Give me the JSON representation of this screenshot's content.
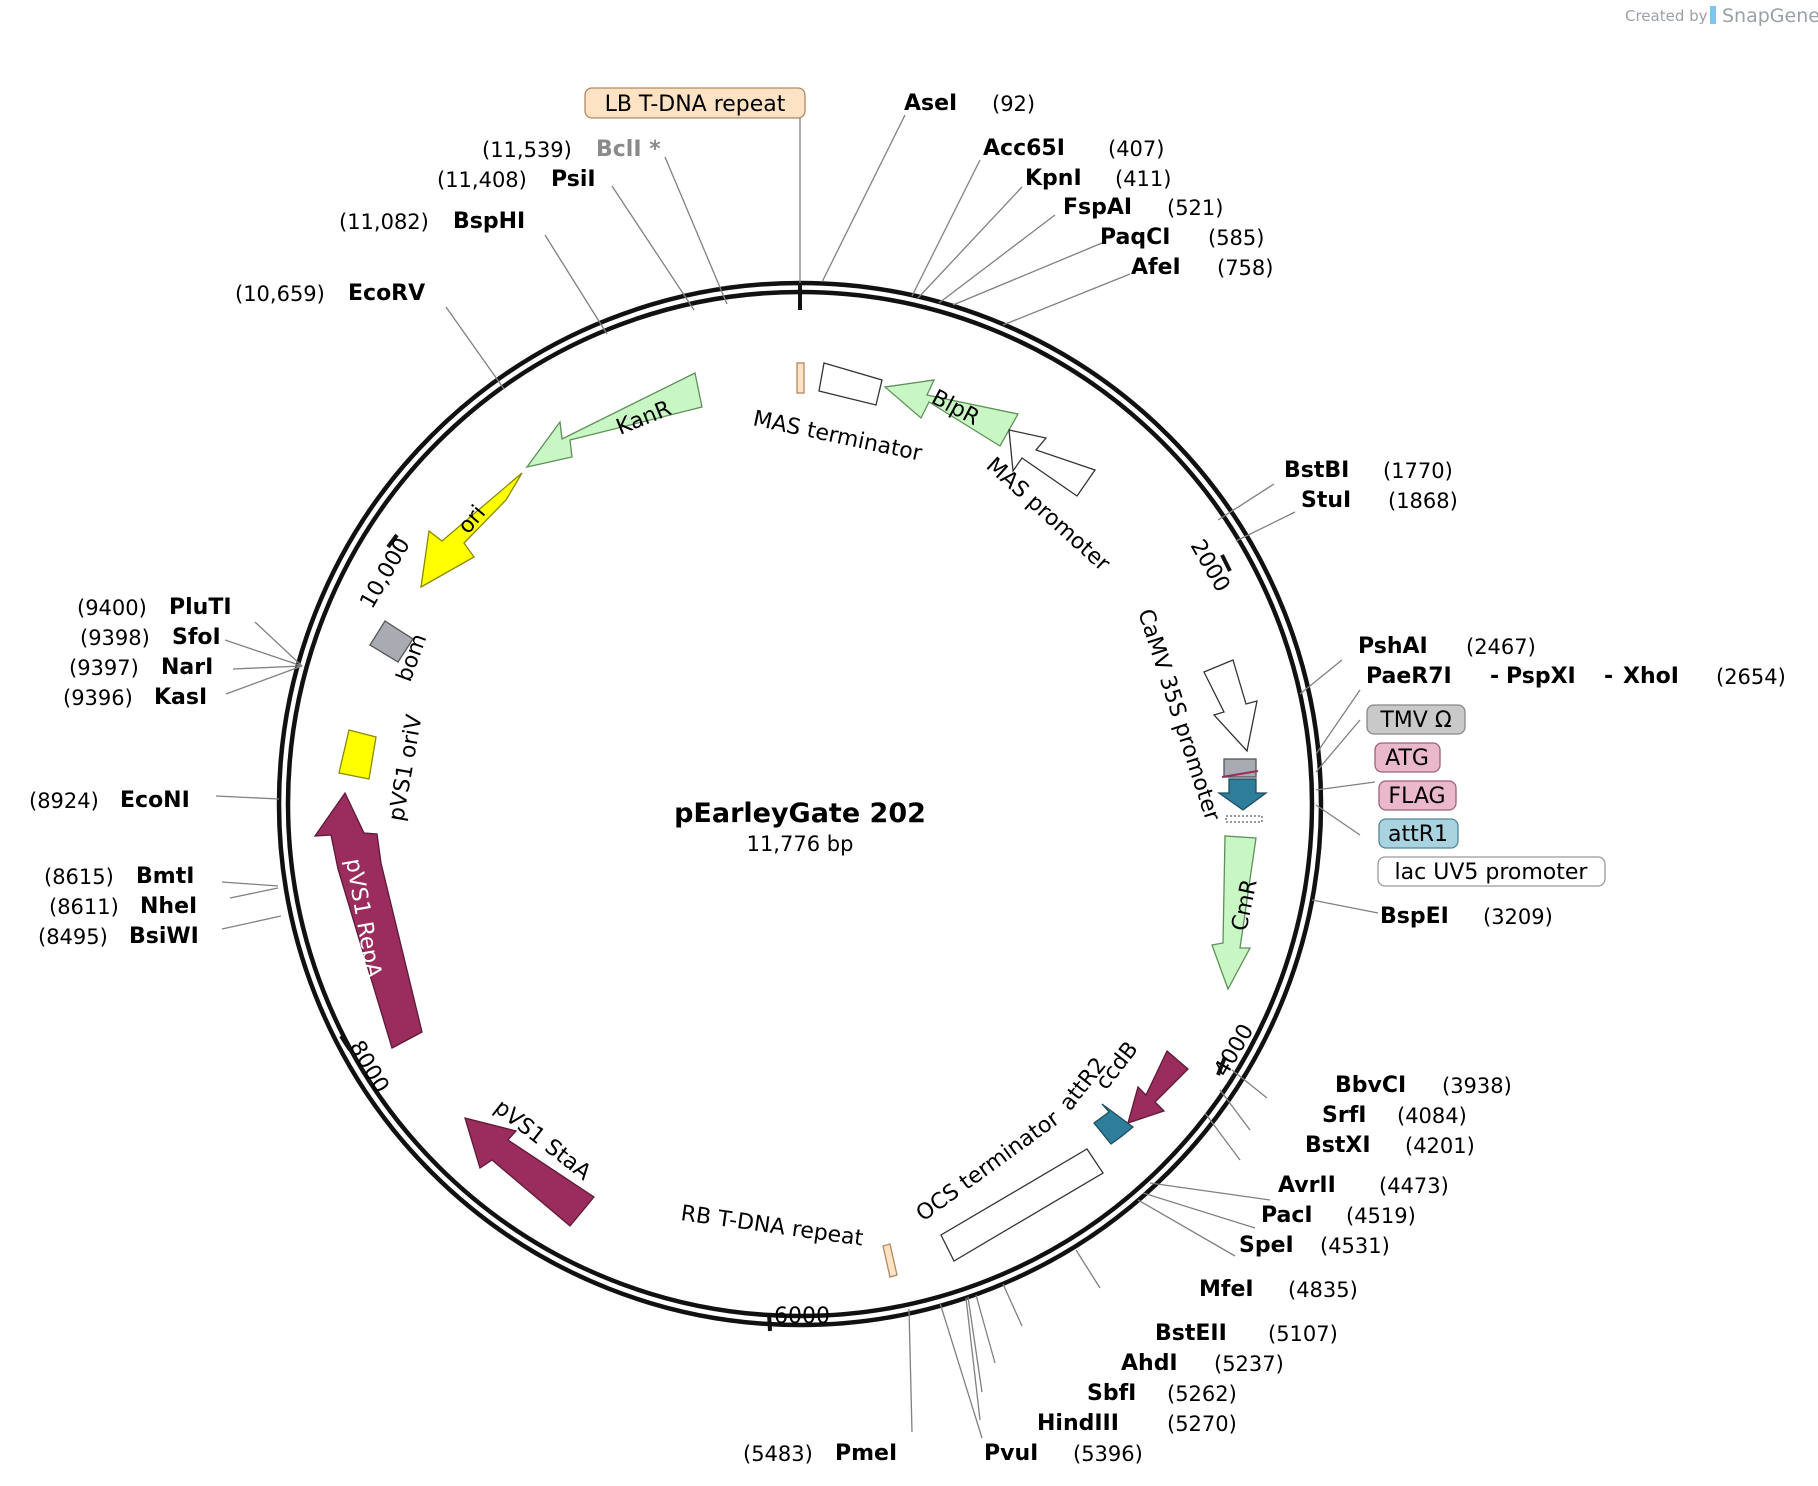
{
  "title": "pEarleyGate 202",
  "length_label": "11,776 bp",
  "watermark": {
    "created_by": "Created by",
    "brand": "SnapGene"
  },
  "ticks": [
    {
      "label": "2000"
    },
    {
      "label": "4000"
    },
    {
      "label": "6000"
    },
    {
      "label": "8000"
    },
    {
      "label": "10,000"
    }
  ],
  "sites": [
    {
      "name": "AseI",
      "pos": "(92)"
    },
    {
      "name": "Acc65I",
      "pos": "(407)"
    },
    {
      "name": "KpnI",
      "pos": "(411)"
    },
    {
      "name": "FspAI",
      "pos": "(521)"
    },
    {
      "name": "PaqCI",
      "pos": "(585)"
    },
    {
      "name": "AfeI",
      "pos": "(758)"
    },
    {
      "name": "BstBI",
      "pos": "(1770)"
    },
    {
      "name": "StuI",
      "pos": "(1868)"
    },
    {
      "name": "PshAI",
      "pos": "(2467)"
    },
    {
      "name": "PaeR7I",
      "pos": "(2654)",
      "extra": [
        "PspXI",
        "XhoI"
      ]
    },
    {
      "name": "BspEI",
      "pos": "(3209)"
    },
    {
      "name": "BbvCI",
      "pos": "(3938)"
    },
    {
      "name": "SrfI",
      "pos": "(4084)"
    },
    {
      "name": "BstXI",
      "pos": "(4201)"
    },
    {
      "name": "AvrII",
      "pos": "(4473)"
    },
    {
      "name": "PacI",
      "pos": "(4519)"
    },
    {
      "name": "SpeI",
      "pos": "(4531)"
    },
    {
      "name": "MfeI",
      "pos": "(4835)"
    },
    {
      "name": "BstEII",
      "pos": "(5107)"
    },
    {
      "name": "AhdI",
      "pos": "(5237)"
    },
    {
      "name": "SbfI",
      "pos": "(5262)"
    },
    {
      "name": "HindIII",
      "pos": "(5270)"
    },
    {
      "name": "PvuI",
      "pos": "(5396)"
    },
    {
      "name": "PmeI",
      "pos": "(5483)"
    },
    {
      "name": "BsiWI",
      "pos": "(8495)"
    },
    {
      "name": "NheI",
      "pos": "(8611)"
    },
    {
      "name": "BmtI",
      "pos": "(8615)"
    },
    {
      "name": "EcoNI",
      "pos": "(8924)"
    },
    {
      "name": "KasI",
      "pos": "(9396)"
    },
    {
      "name": "NarI",
      "pos": "(9397)"
    },
    {
      "name": "SfoI",
      "pos": "(9398)"
    },
    {
      "name": "PluTI",
      "pos": "(9400)"
    },
    {
      "name": "EcoRV",
      "pos": "(10,659)"
    },
    {
      "name": "BspHI",
      "pos": "(11,082)"
    },
    {
      "name": "PsiI",
      "pos": "(11,408)"
    },
    {
      "name": "BclI *",
      "pos": "(11,539)",
      "color": "#8a8a8a"
    }
  ],
  "boxed_labels": [
    {
      "text": "LB T-DNA repeat",
      "fill": "#fde2c4",
      "stroke": "#b08a60"
    },
    {
      "text": "TMV Ω",
      "fill": "#c9c9c9",
      "stroke": "#888888"
    },
    {
      "text": "ATG",
      "fill": "#e9b8cb",
      "stroke": "#a0607a"
    },
    {
      "text": "FLAG",
      "fill": "#e9b8cb",
      "stroke": "#a0607a"
    },
    {
      "text": "attR1",
      "fill": "#a9d3df",
      "stroke": "#4f8798"
    },
    {
      "text": "lac UV5 promoter",
      "fill": "#ffffff",
      "stroke": "#999999"
    }
  ],
  "features": [
    {
      "name": "KanR",
      "color": "#c9f7c3"
    },
    {
      "name": "ori",
      "color": "#ffff00"
    },
    {
      "name": "bom",
      "color": "#a8acb2"
    },
    {
      "name": "pVS1 oriV",
      "color": "#ffff00"
    },
    {
      "name": "pVS1 RepA",
      "color": "#9a2c5e"
    },
    {
      "name": "pVS1 StaA",
      "color": "#9a2c5e"
    },
    {
      "name": "BlpR",
      "color": "#c9f7c3"
    },
    {
      "name": "MAS terminator",
      "color": "#ffffff"
    },
    {
      "name": "MAS promoter",
      "color": "#ffffff"
    },
    {
      "name": "CaMV 35S promoter",
      "color": "#ffffff"
    },
    {
      "name": "CmR",
      "color": "#c9f7c3"
    },
    {
      "name": "ccdB",
      "color": "#9a2c5e"
    },
    {
      "name": "attR2",
      "color": "#2e7d9b"
    },
    {
      "name": "OCS terminator",
      "color": "#ffffff"
    },
    {
      "name": "RB T-DNA repeat",
      "color": "#fde2c4"
    }
  ]
}
